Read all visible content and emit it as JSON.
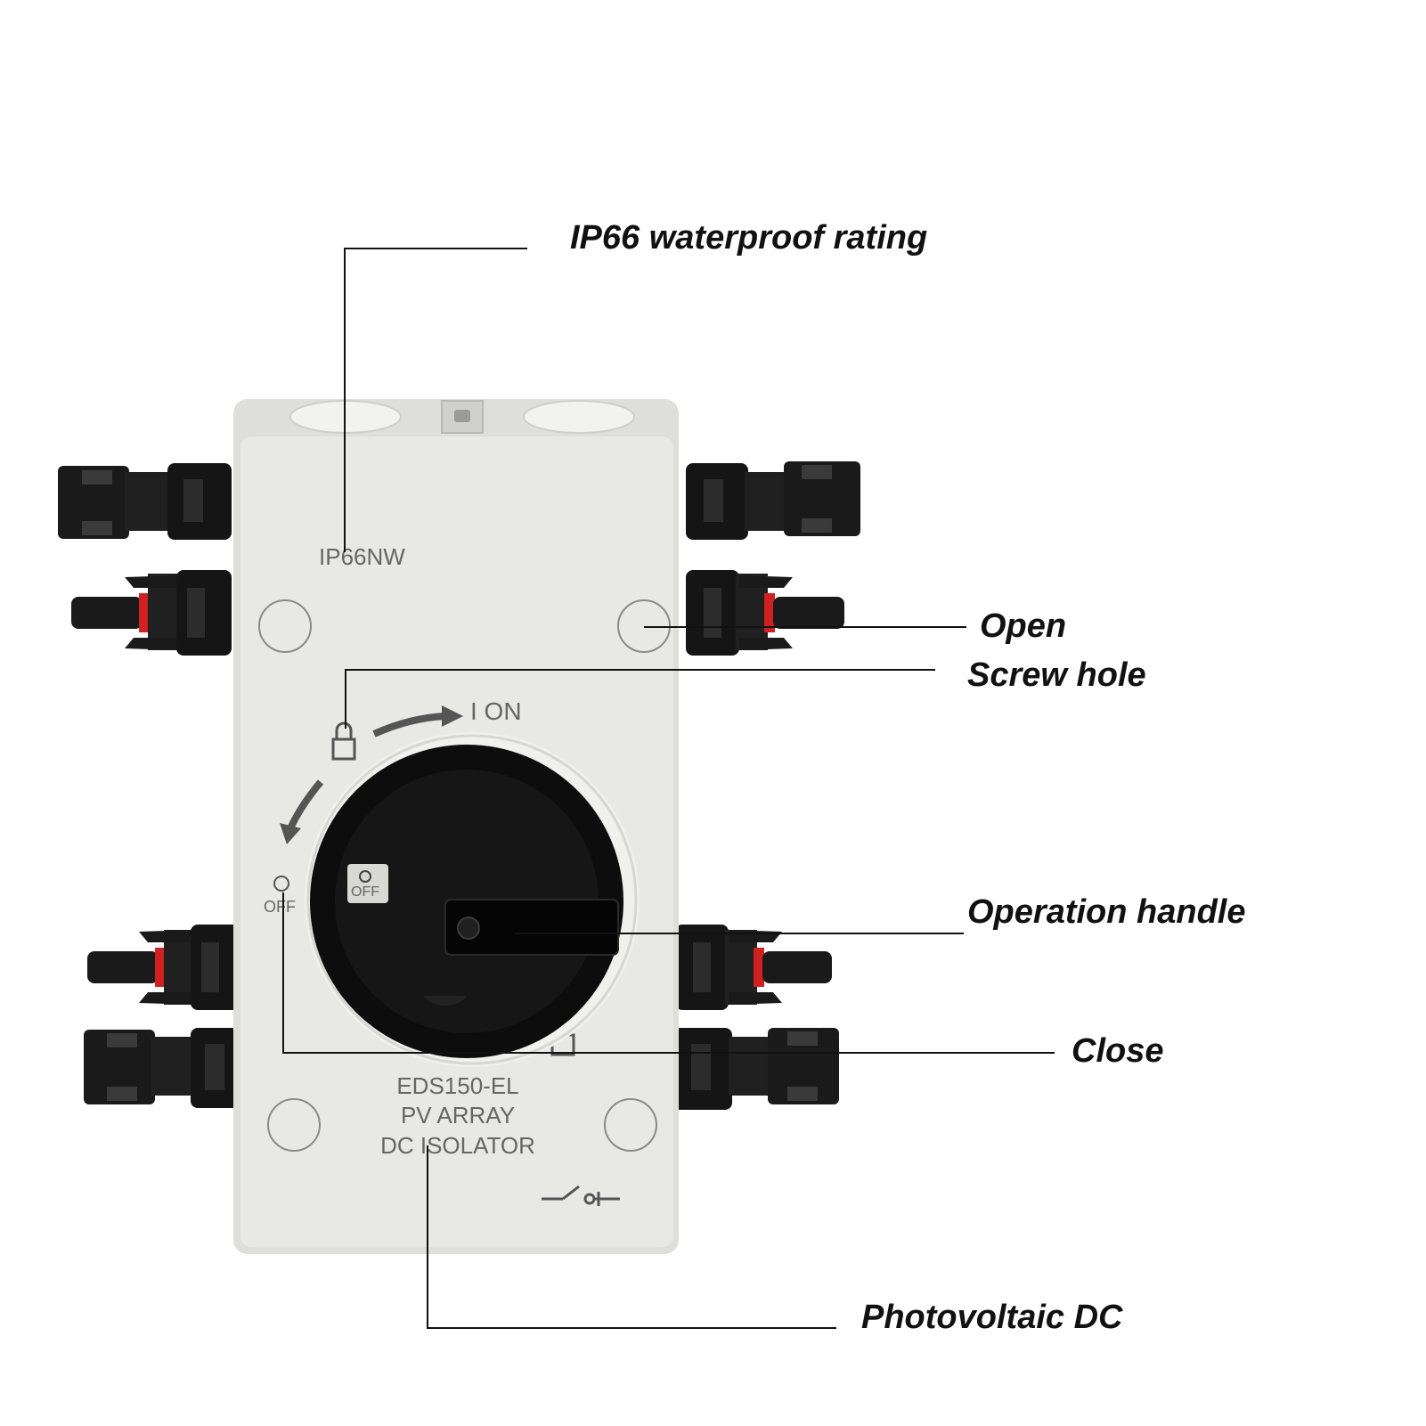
{
  "device": {
    "rating_mark": "IP66NW",
    "on_label": "I ON",
    "off_label": "O OFF",
    "off_label_small": "OFF",
    "model": "EDS150-EL",
    "line2": "PV ARRAY",
    "line3": "DC ISOLATOR"
  },
  "callouts": {
    "ip66": "IP66 waterproof rating",
    "open": "Open",
    "screw_hole": "Screw hole",
    "operation_handle": "Operation handle",
    "close": "Close",
    "photovoltaic_dc": "Photovoltaic DC"
  },
  "colors": {
    "housing": "#e8e8e4",
    "connector": "#1a1a1a",
    "knob": "#0d0d0d",
    "seal_red": "#d02020"
  }
}
